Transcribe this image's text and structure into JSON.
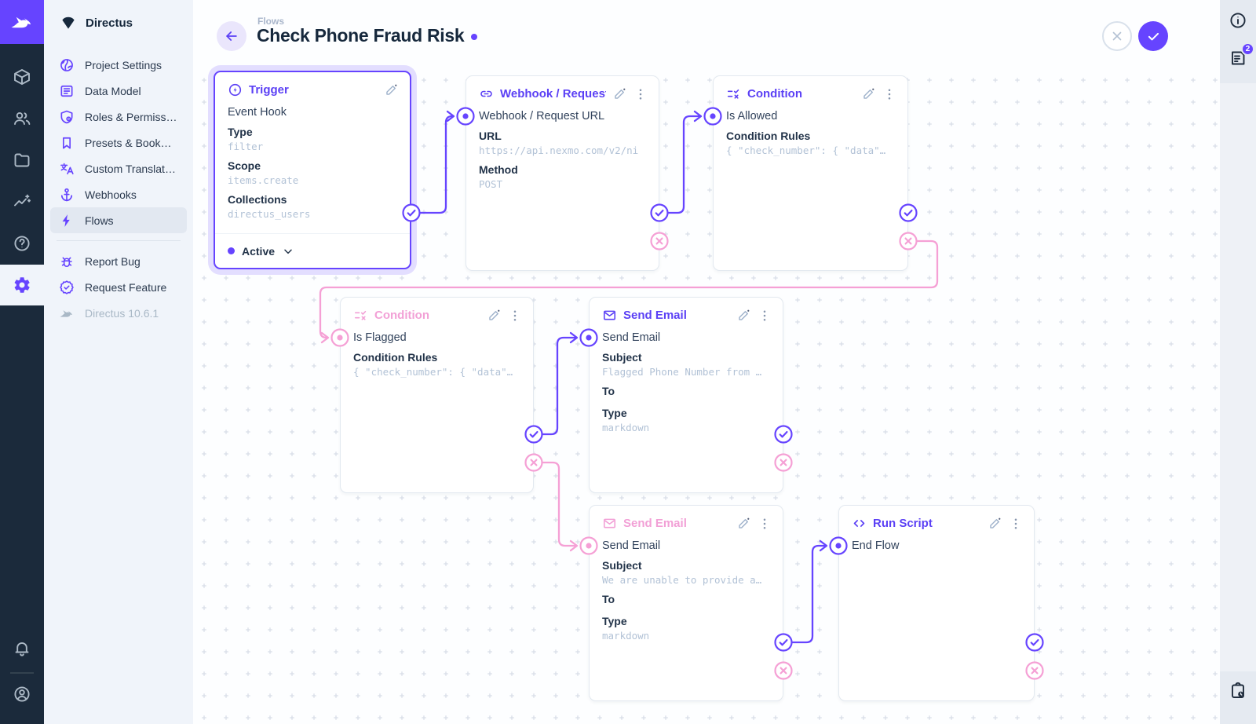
{
  "app": {
    "name": "Directus"
  },
  "sidebar": {
    "project_name": "Directus",
    "items": [
      {
        "label": "Project Settings"
      },
      {
        "label": "Data Model"
      },
      {
        "label": "Roles & Permissions"
      },
      {
        "label": "Presets & Bookmarks"
      },
      {
        "label": "Custom Translations"
      },
      {
        "label": "Webhooks"
      },
      {
        "label": "Flows",
        "active": true
      }
    ],
    "footer_items": [
      {
        "label": "Report Bug"
      },
      {
        "label": "Request Feature"
      },
      {
        "label": "Directus 10.6.1"
      }
    ]
  },
  "header": {
    "breadcrumb": "Flows",
    "title": "Check Phone Fraud Risk",
    "has_unsaved_changes": true
  },
  "right_rail": {
    "notifications_badge": "2"
  },
  "canvas": {
    "panels": [
      {
        "id": "trigger",
        "title": "Trigger",
        "name": "Event Hook",
        "fields": [
          {
            "label": "Type",
            "value": "filter"
          },
          {
            "label": "Scope",
            "value": "items.create"
          },
          {
            "label": "Collections",
            "value": "directus_users"
          }
        ],
        "status": "Active"
      },
      {
        "id": "webhook",
        "title": "Webhook / Request URL",
        "name": "Webhook / Request URL",
        "fields": [
          {
            "label": "URL",
            "value": "https://api.nexmo.com/v2/ni"
          },
          {
            "label": "Method",
            "value": "POST"
          }
        ]
      },
      {
        "id": "condition-allowed",
        "title": "Condition",
        "name": "Is Allowed",
        "fields": [
          {
            "label": "Condition Rules",
            "value": "{ \"check_number\": { \"data\"…"
          }
        ]
      },
      {
        "id": "condition-flagged",
        "title": "Condition",
        "name": "Is Flagged",
        "fields": [
          {
            "label": "Condition Rules",
            "value": "{ \"check_number\": { \"data\"…"
          }
        ]
      },
      {
        "id": "send-email-flagged",
        "title": "Send Email",
        "name": "Send Email",
        "fields": [
          {
            "label": "Subject",
            "value": "Flagged Phone Number from …"
          },
          {
            "label": "To",
            "value": ""
          },
          {
            "label": "Type",
            "value": "markdown"
          }
        ]
      },
      {
        "id": "send-email-unable",
        "title": "Send Email",
        "name": "Send Email",
        "fields": [
          {
            "label": "Subject",
            "value": "We are unable to provide a…"
          },
          {
            "label": "To",
            "value": ""
          },
          {
            "label": "Type",
            "value": "markdown"
          }
        ]
      },
      {
        "id": "run-script",
        "title": "Run Script",
        "name": "End Flow",
        "fields": []
      }
    ],
    "connections": [
      {
        "from": "trigger",
        "port": "resolve",
        "to": "webhook"
      },
      {
        "from": "webhook",
        "port": "resolve",
        "to": "condition-allowed"
      },
      {
        "from": "condition-allowed",
        "port": "reject",
        "to": "condition-flagged"
      },
      {
        "from": "condition-flagged",
        "port": "resolve",
        "to": "send-email-flagged"
      },
      {
        "from": "condition-flagged",
        "port": "reject",
        "to": "send-email-unable"
      },
      {
        "from": "send-email-unable",
        "port": "resolve",
        "to": "run-script"
      }
    ]
  },
  "colors": {
    "primary": "#6644FF",
    "pink": "#F2A0D6",
    "module_bar_bg": "#1B2A3B",
    "sidebar_bg": "#F0F4FA"
  }
}
